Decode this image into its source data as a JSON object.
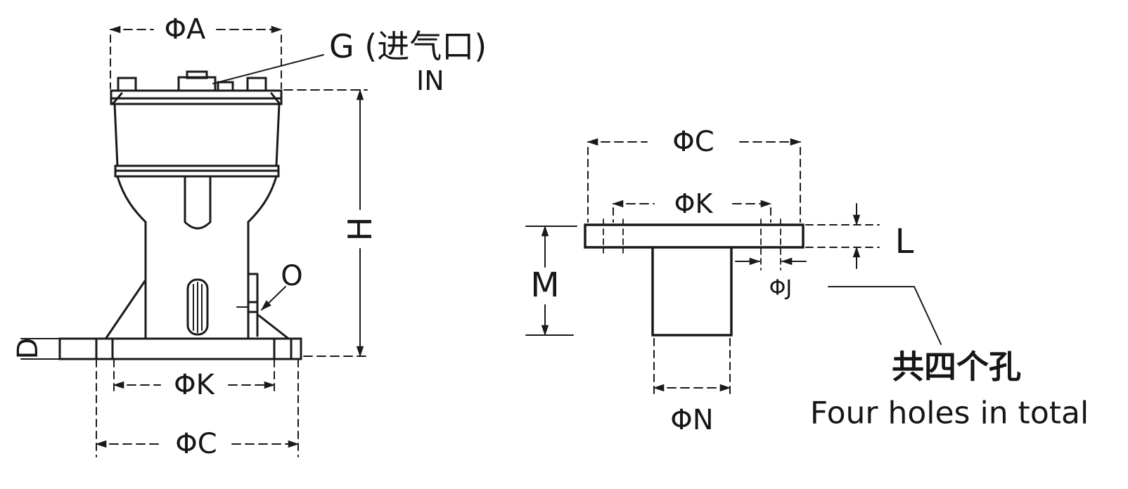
{
  "colors": {
    "ink": "#1a1a1a",
    "background": "#ffffff"
  },
  "front_view": {
    "phi_a": "ΦA",
    "inlet_g": "G (进气口)",
    "inlet_in": "IN",
    "h": "H",
    "o": "O",
    "d": "D",
    "phi_k": "ΦK",
    "phi_c": "ΦC"
  },
  "side_view": {
    "phi_c": "ΦC",
    "phi_k": "ΦK",
    "m": "M",
    "l": "L",
    "phi_j": "ΦJ",
    "phi_n": "ΦN",
    "note_zh": "共四个孔",
    "note_en": "Four holes in total"
  }
}
